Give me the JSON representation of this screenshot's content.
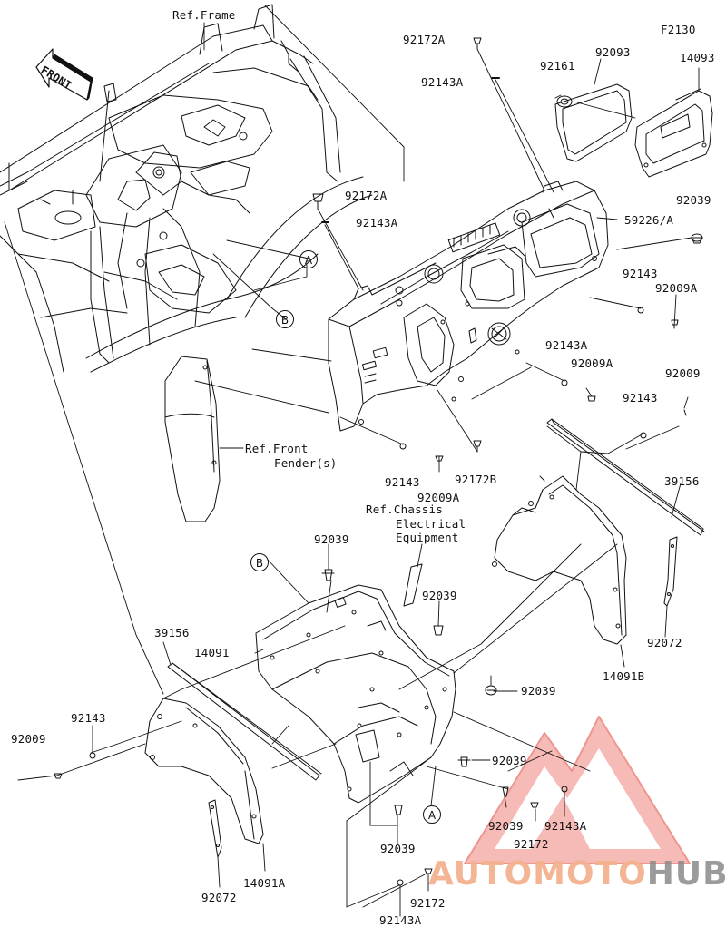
{
  "figure_code": "F2130",
  "front_arrow": "FRONT",
  "refs": {
    "frame": "Ref.Frame",
    "front_fender_l1": "Ref.Front",
    "front_fender_l2": "Fender(s)",
    "chassis_l1": "Ref.Chassis",
    "chassis_l2": "Electrical",
    "chassis_l3": "Equipment"
  },
  "callouts": {
    "a_upper": "A",
    "b_upper": "B",
    "b_lower": "B",
    "a_lower": "A"
  },
  "parts": {
    "p92172A_top": "92172A",
    "p92143A_top": "92143A",
    "p92161": "92161",
    "p92093": "92093",
    "p14093": "14093",
    "p92172A_mid": "92172A",
    "p92143A_mid": "92143A",
    "p92039_r": "92039",
    "p59226A": "59226/A",
    "p92143_r1": "92143",
    "p92009A_r1": "92009A",
    "p92143A_r2": "92143A",
    "p92009A_r2": "92009A",
    "p92009_r": "92009",
    "p92143_r3": "92143",
    "p92143_c": "92143",
    "p92009A_c": "92009A",
    "p92172B": "92172B",
    "p39156_r": "39156",
    "p92039_c1": "92039",
    "p92039_c2": "92039",
    "p92039_c3": "92039",
    "p92039_c4": "92039",
    "p92039_c5": "92039",
    "p92039_c6": "92039",
    "p39156_l": "39156",
    "p14091": "14091",
    "p14091B": "14091B",
    "p92072_r": "92072",
    "p92143_l": "92143",
    "p92009_l": "92009",
    "p92072_l": "92072",
    "p14091A": "14091A",
    "p92172_c": "92172",
    "p92143A_c": "92143A",
    "p92172_b": "92172",
    "p92143A_b": "92143A"
  },
  "watermark": {
    "part1": "AUTOMOTO",
    "part2": "HUB",
    "color1": "#f4b28f",
    "color2": "#8a8a8a",
    "triangle_color": "#e8746a"
  }
}
